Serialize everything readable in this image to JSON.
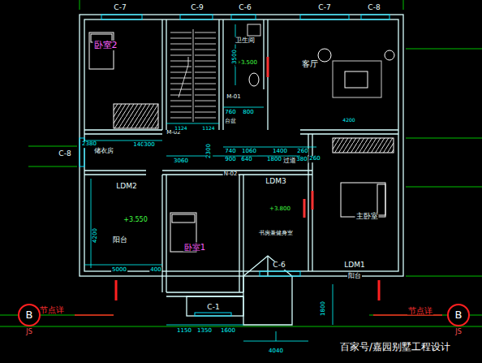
{
  "diagram": {
    "nodes": [
      {
        "text": [
          "B",
          "JS"
        ]
      },
      {
        "text": [
          "B",
          "JS"
        ]
      }
    ],
    "labels": [
      "C-7",
      "C-9",
      "C-6",
      "C-7",
      "C-8",
      "卧室2",
      "卫生间",
      "+3.500",
      "M-01",
      "客厅",
      "760",
      "800",
      "台盆",
      "M-02",
      "1124",
      "1124",
      "储衣房",
      "2380",
      "140",
      "300",
      "C-8",
      "3060",
      "2300",
      "740",
      "1060",
      "1400",
      "260",
      "260",
      "过道",
      "900",
      "640",
      "1800",
      "380",
      "N-02",
      "LDM2",
      "LDM3",
      "+3.550",
      "+3.800",
      "主卧室",
      "阳台",
      "卧室1",
      "书房兼健身室",
      "4200",
      "5000",
      "400",
      "C-6",
      "LDM1",
      "阳台",
      "C-1",
      "1150",
      "1350",
      "1600",
      "1800",
      "4040",
      "4200",
      "节点详",
      "节点详",
      "3500",
      "百家号/嘉园别墅工程设计"
    ]
  }
}
